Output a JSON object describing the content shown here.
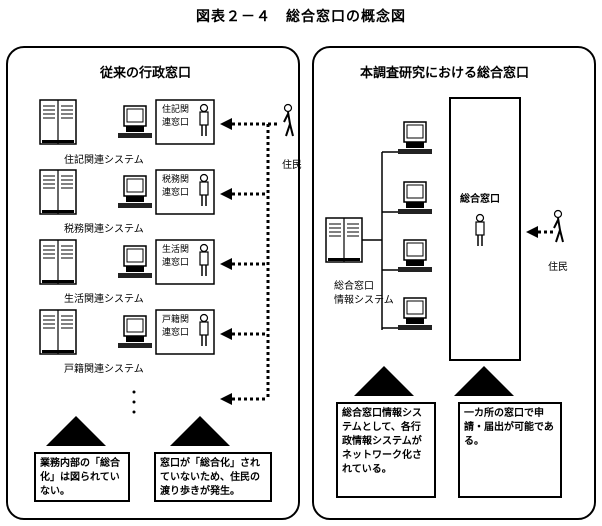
{
  "title": "図表２－４　総合窓口の概念図",
  "left_panel": {
    "title": "従来の行政窓口",
    "rows": [
      {
        "system_label": "住記関連システム",
        "window_label": "住記関\n連窓口"
      },
      {
        "system_label": "税務関連システム",
        "window_label": "税務関\n連窓口"
      },
      {
        "system_label": "生活関連システム",
        "window_label": "生活関\n連窓口"
      },
      {
        "system_label": "戸籍関連システム",
        "window_label": "戸籍関\n連窓口"
      }
    ],
    "resident_label": "住民",
    "note1": "業務内部の「総合化」は図られていない。",
    "note2": "窓口が「総合化」されていないため、住民の渡り歩きが発生。"
  },
  "right_panel": {
    "title": "本調査研究における総合窓口",
    "system_label": "総合窓口\n情報システム",
    "window_label": "総合窓口",
    "resident_label": "住民",
    "note1": "総合窓口情報システムとして、各行政情報システムがネットワーク化されている。",
    "note2": "一カ所の窓口で申請・届出が可能である。"
  }
}
